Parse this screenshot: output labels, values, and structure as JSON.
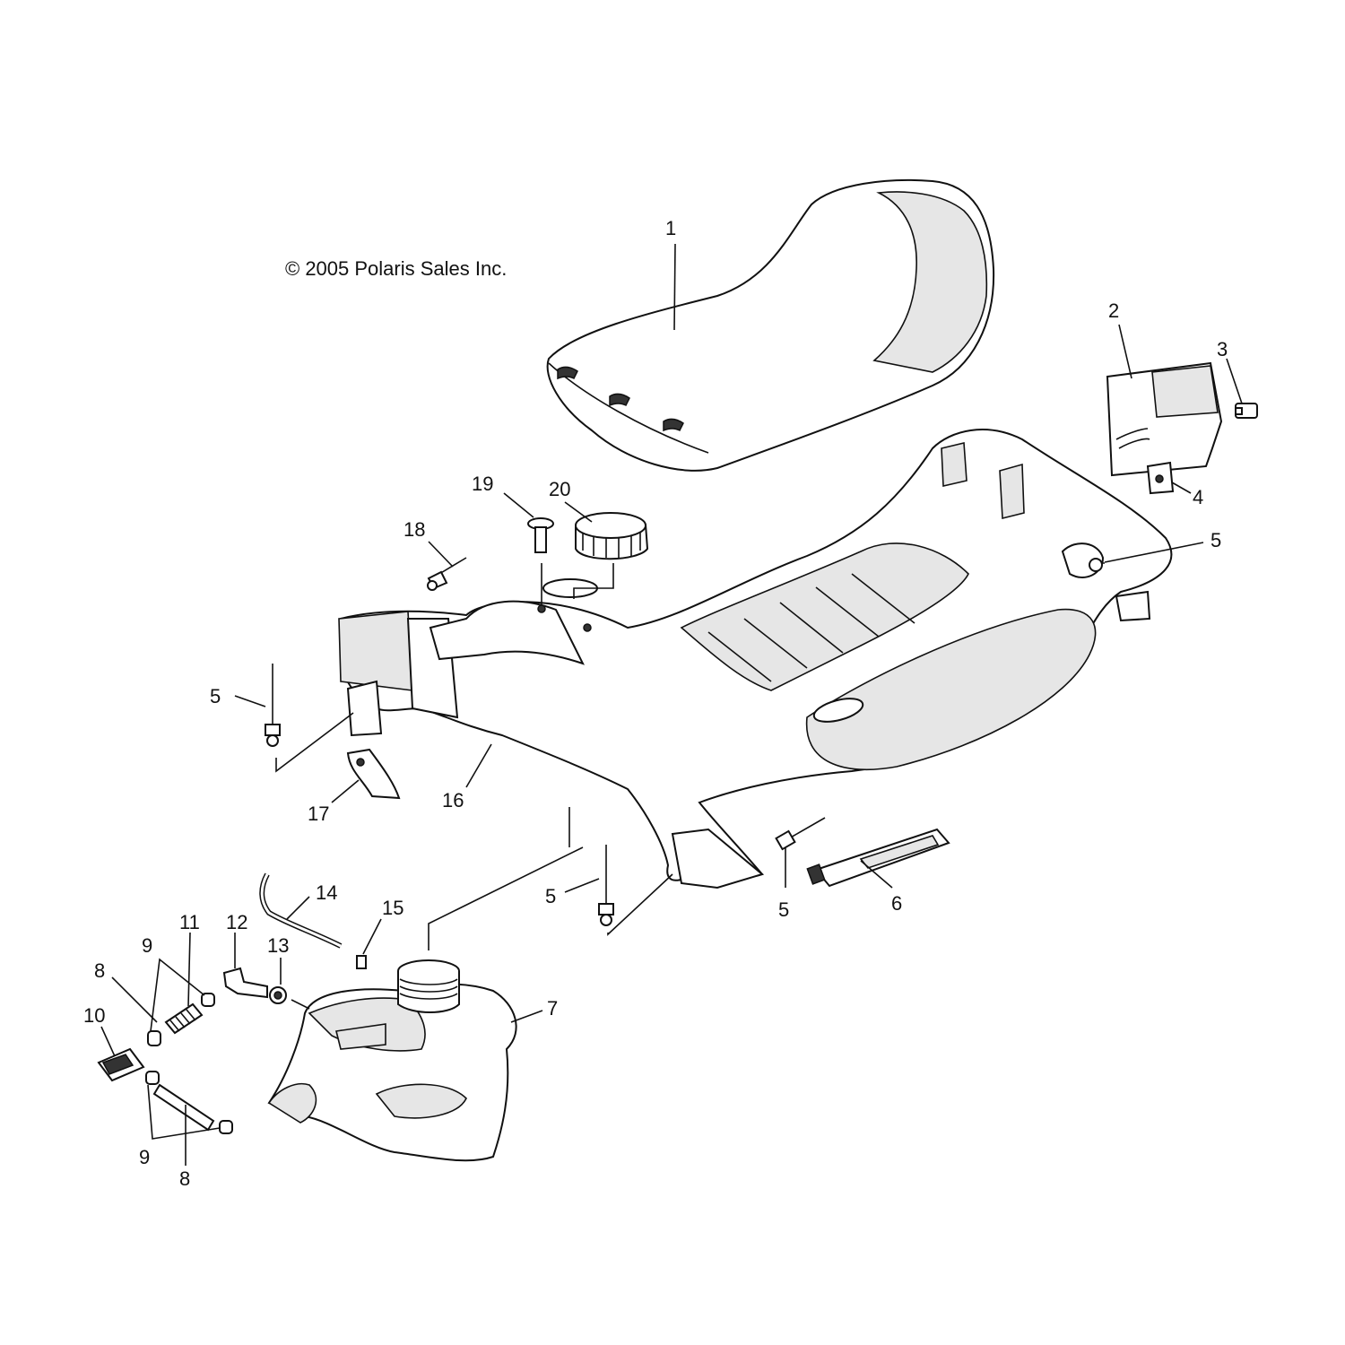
{
  "copyright": "© 2005 Polaris Sales Inc.",
  "colors": {
    "line": "#111111",
    "fill_light": "#e6e6e6",
    "fill_dark": "#333333",
    "background": "#ffffff"
  },
  "callouts": {
    "c1": "1",
    "c2": "2",
    "c3": "3",
    "c4": "4",
    "c5a": "5",
    "c5b": "5",
    "c5c": "5",
    "c5d": "5",
    "c6": "6",
    "c7": "7",
    "c8a": "8",
    "c8b": "8",
    "c9a": "9",
    "c9b": "9",
    "c10": "10",
    "c11": "11",
    "c12": "12",
    "c13": "13",
    "c14": "14",
    "c15": "15",
    "c16": "16",
    "c17": "17",
    "c18": "18",
    "c19": "19",
    "c20": "20"
  }
}
